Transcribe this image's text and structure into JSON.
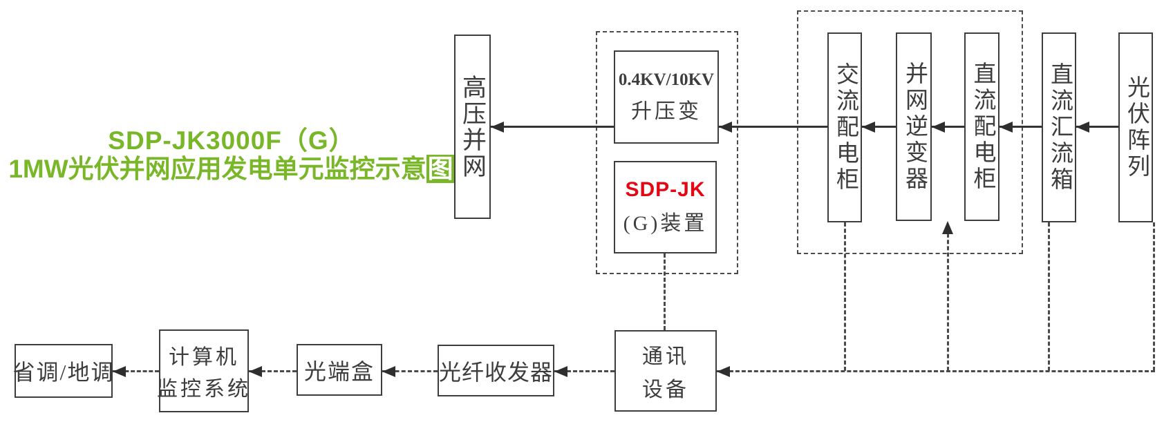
{
  "title": {
    "line1": "SDP-JK3000F（G）",
    "line2_main": "1MW光伏并网应用发电单元监控示意",
    "line2_highlight": "图"
  },
  "colors": {
    "accent_green": "#79b728",
    "accent_red": "#e30613",
    "line_dark": "#333333",
    "dash_gray": "#4a4a4a"
  },
  "nodes": {
    "hv_grid": "高压并网",
    "transformer_line1": "0.4KV/10KV",
    "transformer_line2": "升压变",
    "device_line1": "SDP-JK",
    "device_line2": "(G)装置",
    "ac_cabinet": "交流配电柜",
    "inverter": "并网逆变器",
    "dc_cabinet": "直流配电柜",
    "dc_combiner": "直流汇流箱",
    "pv_array": "光伏阵列",
    "dispatch": "省调/地调",
    "scada_line1": "计算机",
    "scada_line2": "监控系统",
    "optical_box": "光端盒",
    "fiber_transceiver": "光纤收发器",
    "comm_line1": "通讯",
    "comm_line2": "设备"
  }
}
